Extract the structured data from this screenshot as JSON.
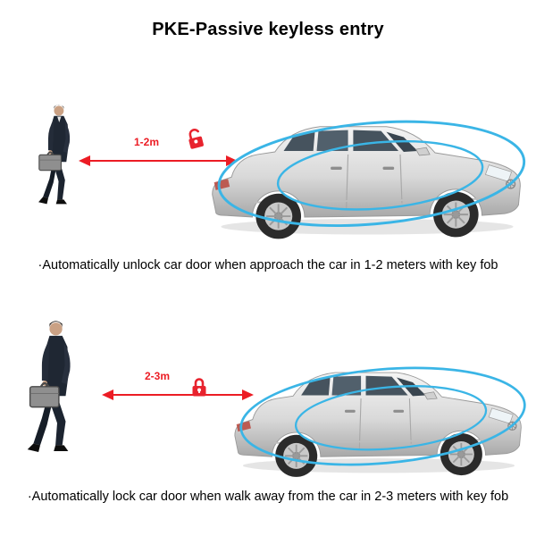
{
  "title": "PKE-Passive keyless entry",
  "colors": {
    "arrow_red": "#ec1c24",
    "lock_red": "#e8232e",
    "signal_blue": "#3ab5e6",
    "car_silver": "#d9d9d9",
    "text_black": "#000000"
  },
  "sections": [
    {
      "distance_label": "1-2m",
      "lock_icon": "unlock-icon",
      "lock_state": "unlocked",
      "caption": "·Automatically unlock car door when approach the car in 1-2 meters with key fob"
    },
    {
      "distance_label": "2-3m",
      "lock_icon": "lock-icon",
      "lock_state": "locked",
      "caption": "·Automatically lock car door when walk away from the car in 2-3 meters with key fob"
    }
  ]
}
